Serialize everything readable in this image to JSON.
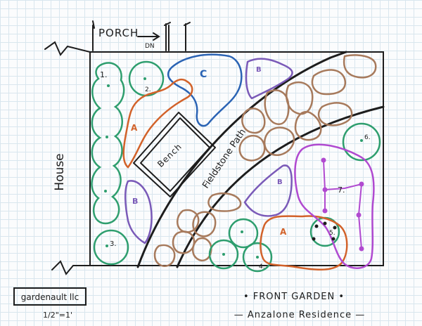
{
  "labels": {
    "porch": "PORCH",
    "down": "DN",
    "house": "House",
    "bench": "Bench",
    "path": "Fieldstone Path",
    "logo": "gardenault llc",
    "scale": "1/2\"=1'",
    "title": "• FRONT GARDEN •",
    "subtitle": "— Anzalone Residence —"
  },
  "plants": {
    "p1": "1.",
    "p2": "2.",
    "p3": "3.",
    "p4": "4.",
    "p5": "5.",
    "p6": "6.",
    "p7": "7.",
    "bedA1": "A",
    "bedA2": "A",
    "bedB1": "B",
    "bedB2": "B",
    "bedB3": "B",
    "bedC": "C"
  },
  "colors": {
    "ink": "#1d1d1d",
    "green": "#2e9e6e",
    "orange": "#d2622a",
    "blue": "#2a63b4",
    "purple": "#7a5ab8",
    "brown": "#a77a5c",
    "magenta": "#b04ad0",
    "grid": "#d9e6ee"
  }
}
